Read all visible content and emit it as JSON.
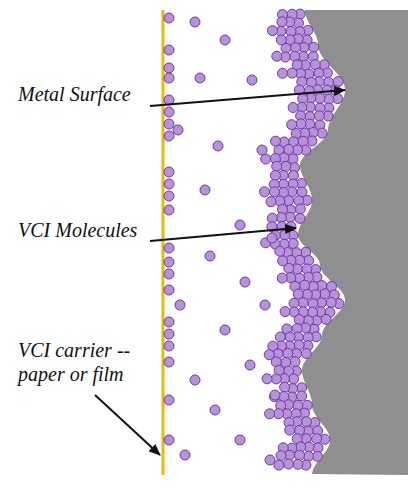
{
  "diagram": {
    "labels": [
      "Metal Surface",
      "VCI Molecules",
      "VCI carrier -- paper or film"
    ]
  }
}
